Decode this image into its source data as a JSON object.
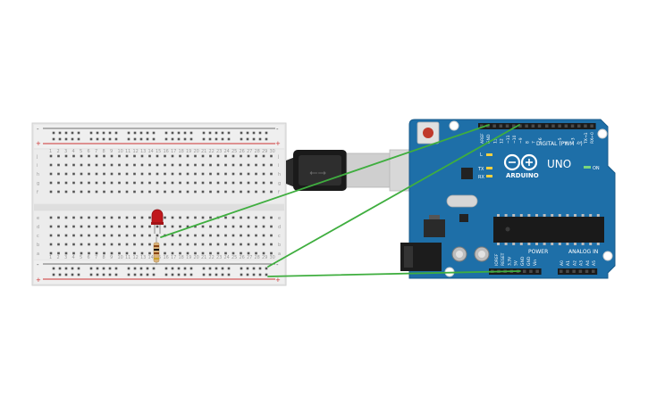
{
  "breadboard": {
    "rail_plus": "+",
    "rail_minus": "-",
    "rows_top": [
      "j",
      "i",
      "h",
      "g",
      "f"
    ],
    "rows_bottom": [
      "e",
      "d",
      "c",
      "b",
      "a"
    ],
    "columns": [
      "1",
      "2",
      "3",
      "4",
      "5",
      "6",
      "7",
      "8",
      "9",
      "10",
      "11",
      "12",
      "13",
      "14",
      "15",
      "16",
      "17",
      "18",
      "19",
      "20",
      "21",
      "22",
      "23",
      "24",
      "25",
      "26",
      "27",
      "28",
      "29",
      "30"
    ]
  },
  "arduino": {
    "model": "UNO",
    "brand": "ARDUINO",
    "digital_label": "DIGITAL (PWM ~)",
    "digital_pins": [
      "AREF",
      "GND",
      "13",
      "12",
      "~11",
      "~10",
      "~9",
      "8",
      "7",
      "~6",
      "~5",
      "4",
      "~3",
      "2",
      "TX→1",
      "RX←0"
    ],
    "power_label": "POWER",
    "power_pins": [
      "IOREF",
      "RESET",
      "3.3V",
      "5V",
      "GND",
      "GND",
      "Vin"
    ],
    "analog_label": "ANALOG IN",
    "analog_pins": [
      "A0",
      "A1",
      "A2",
      "A3",
      "A4",
      "A5"
    ],
    "led_l": "L",
    "led_tx": "TX",
    "led_rx": "RX",
    "led_on": "ON"
  },
  "colors": {
    "board_blue": "#1e6fa8",
    "wire_green": "#3fae3f",
    "breadboard_body": "#e9e9e9",
    "rail_red": "#cc3333",
    "led_red": "#c0181c"
  }
}
